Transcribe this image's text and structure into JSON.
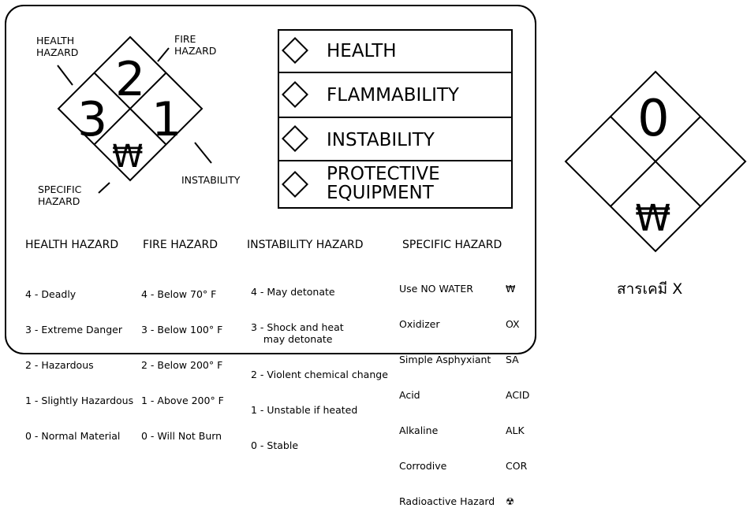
{
  "main_diamond": {
    "health": "3",
    "fire": "2",
    "instability": "1",
    "specific_symbol": "₩"
  },
  "callouts": {
    "health_hazard": "HEALTH\nHAZARD",
    "fire_hazard": "FIRE\nHAZARD",
    "instability": "INSTABILITY",
    "specific_hazard": "SPECIFIC\nHAZARD"
  },
  "legend": [
    {
      "label": "HEALTH"
    },
    {
      "label": "FLAMMABILITY"
    },
    {
      "label": "INSTABILITY"
    },
    {
      "label": "PROTECTIVE\nEQUIPMENT"
    }
  ],
  "health_hazard": {
    "title": "HEALTH HAZARD",
    "items": [
      "4 - Deadly",
      "3 - Extreme Danger",
      "2 - Hazardous",
      "1 - Slightly Hazardous",
      "0 - Normal Material"
    ]
  },
  "fire_hazard": {
    "title": "FIRE HAZARD",
    "items": [
      "4 - Below 70° F",
      "3 - Below 100° F",
      "2 - Below 200° F",
      "1 - Above 200° F",
      "0 - Will Not Burn"
    ]
  },
  "instability_hazard": {
    "title": "INSTABILITY HAZARD",
    "items": [
      "4 - May detonate",
      "3 - Shock and heat\n    may detonate",
      "2 - Violent chemical change",
      "1 - Unstable if heated",
      "0 - Stable"
    ]
  },
  "specific_hazard": {
    "title": "SPECIFIC HAZARD",
    "items": [
      {
        "name": "Use NO WATER",
        "code": "₩"
      },
      {
        "name": "Oxidizer",
        "code": "OX"
      },
      {
        "name": "Simple Asphyxiant",
        "code": "SA"
      },
      {
        "name": "Acid",
        "code": "ACID"
      },
      {
        "name": "Alkaline",
        "code": "ALK"
      },
      {
        "name": "Corrodive",
        "code": "COR"
      },
      {
        "name": "Radioactive Hazard",
        "code": "☢"
      }
    ]
  },
  "example_diamond": {
    "health": "",
    "fire": "0",
    "instability": "",
    "specific_symbol": "₩",
    "caption": "สารเคมี X"
  }
}
